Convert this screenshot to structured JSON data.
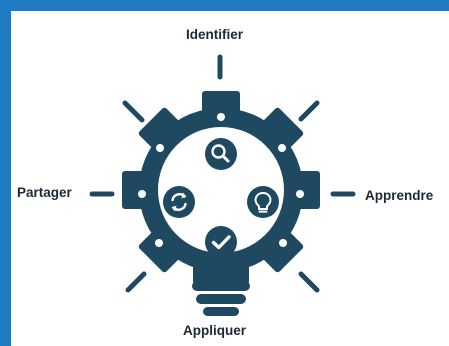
{
  "labels": {
    "top": "Identifier",
    "left": "Partager",
    "right": "Apprendre",
    "bottom": "Appliquer"
  },
  "icons": {
    "top": "search-icon",
    "left": "refresh-icon",
    "right": "lightbulb-icon",
    "bottom": "checkmark-icon"
  },
  "colors": {
    "frame": "#1f7bc4",
    "gear": "#1f4861",
    "background": "#ffffff",
    "text": "#1c2a33"
  }
}
